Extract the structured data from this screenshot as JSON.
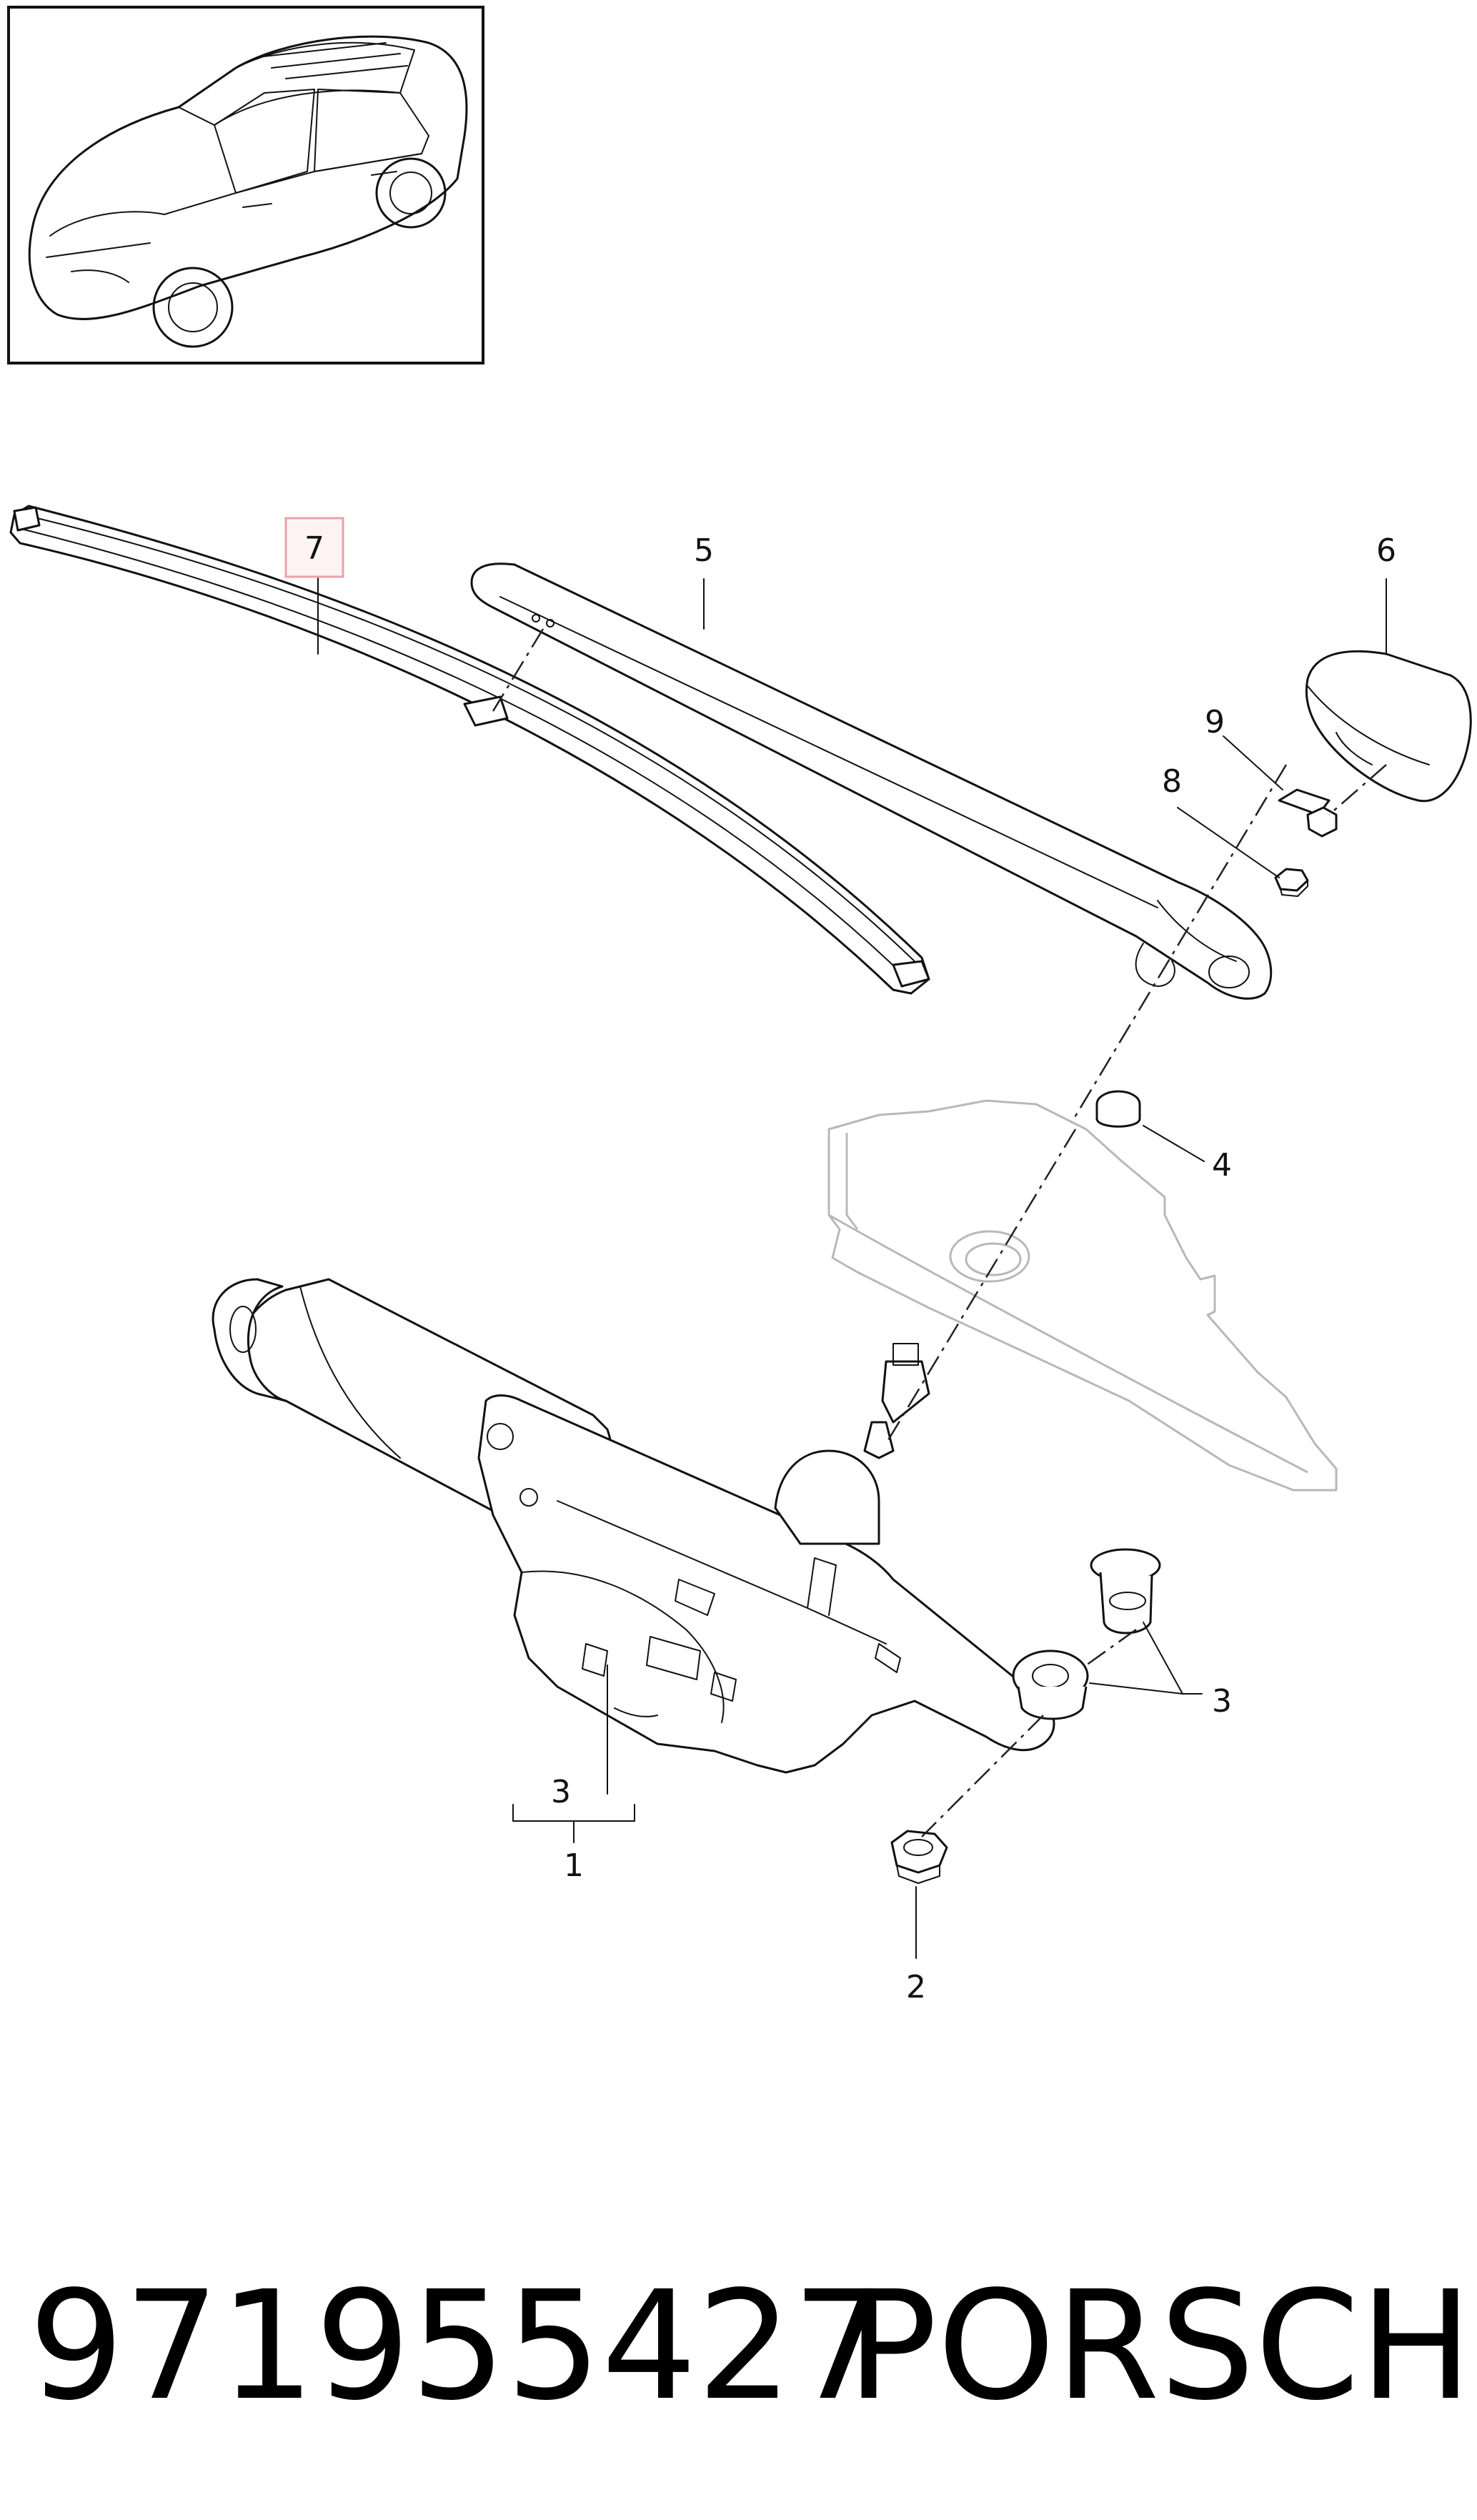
{
  "callouts": {
    "c1": "1",
    "c2": "2",
    "c3_motor": "3",
    "c3_grommet": "3",
    "c4": "4",
    "c5": "5",
    "c6": "6",
    "c7": "7",
    "c8": "8",
    "c9": "9"
  },
  "highlight_color": "#e8a3a8",
  "footer": {
    "part_number": "971955427",
    "brand": "PORSCHE"
  }
}
